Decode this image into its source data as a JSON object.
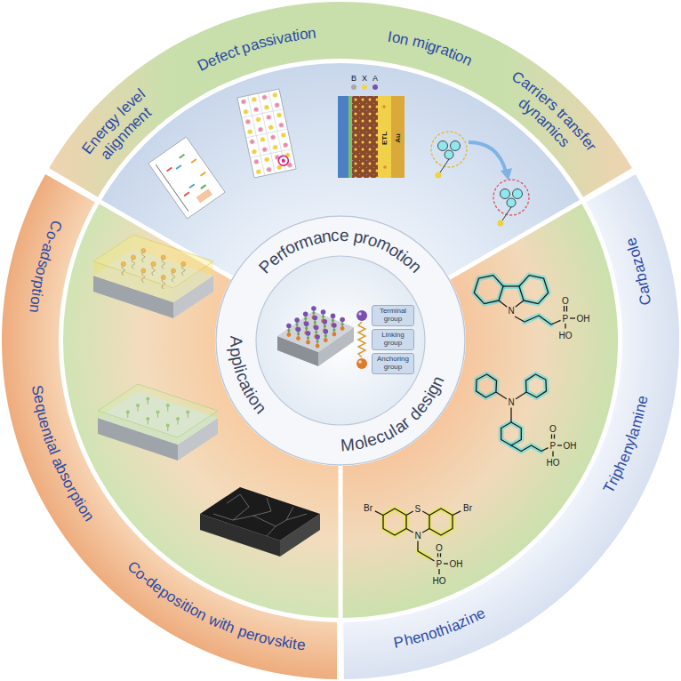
{
  "diagram": {
    "nodes": [
      {
        "text": [
          "Energy level alignment",
          "Defect passivation",
          "Ion migration",
          "Carriers transfer dynamics"
        ]
      },
      {
        "text": [
          "Co-adsorption",
          "Sequential absorption",
          "Co-deposition with perovskite"
        ]
      },
      {
        "text": [
          "Carbazole",
          "Triphenylamine",
          "Phenothiazine"
        ]
      },
      {
        "text": [
          "Terminal group"
        ]
      },
      {
        "text": [
          "Linking group"
        ]
      },
      {
        "text": [
          "Anchoring group"
        ]
      }
    ],
    "labels": [
      "B",
      "X",
      "A",
      "ETL",
      "Au",
      "Performance promotion",
      "Application",
      "Molecular design",
      "O",
      "N",
      "P",
      "OH",
      "HO",
      "N",
      "O",
      "P",
      "OH",
      "HO",
      "Br",
      "S",
      "Br",
      "N",
      "O",
      "P",
      "OH",
      "HO"
    ]
  }
}
